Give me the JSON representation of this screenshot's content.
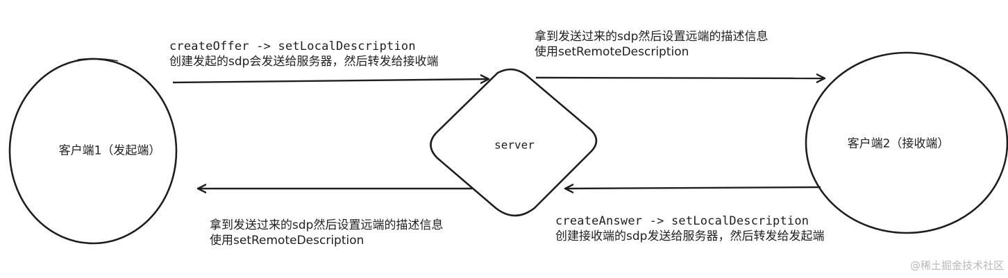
{
  "nodes": {
    "client1": "客户端1（发起端）",
    "server": "server",
    "client2": "客户端2（接收端）"
  },
  "edges": {
    "offer": {
      "line1": "createOffer -> setLocalDescription",
      "line2": "创建发起的sdp会发送给服务器，然后转发给接收端"
    },
    "forward_to_client2": {
      "line1": "拿到发送过来的sdp然后设置远端的描述信息",
      "line2": "使用setRemoteDescription"
    },
    "answer": {
      "line1": "createAnswer -> setLocalDescription",
      "line2": "创建接收端的sdp发送给服务器，然后转发给发起端"
    },
    "forward_to_client1": {
      "line1": "拿到发送过来的sdp然后设置远端的描述信息",
      "line2": "使用setRemoteDescription"
    }
  },
  "watermark": "@稀土掘金技术社区",
  "colors": {
    "stroke": "#1e1e1e",
    "background": "#ffffff",
    "watermark": "#b8b8b8"
  }
}
